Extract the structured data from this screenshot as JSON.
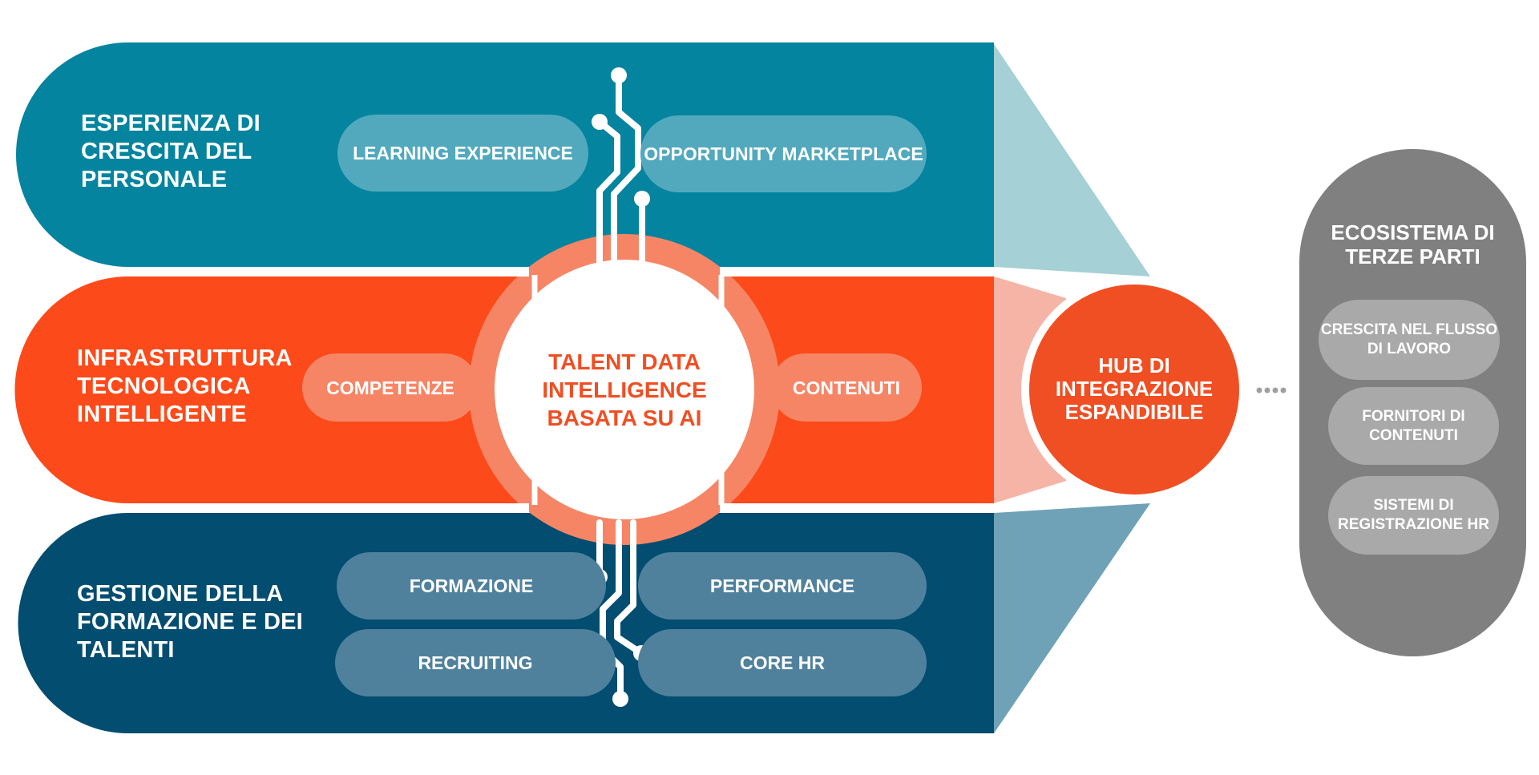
{
  "colors": {
    "top_band": "#04849e",
    "middle_band": "#fc4a1a",
    "bottom_band": "#024d70",
    "top_pill": "#52a9bd",
    "middle_pill": "#f68566",
    "bottom_pill": "#4f819d",
    "center_ring": "#f68566",
    "hub": "#f04e23",
    "ecosystem": "#808080",
    "ecosystem_pill": "#a9a9a9"
  },
  "bands": {
    "growth": {
      "title": "ESPERIENZA DI CRESCITA DEL PERSONALE",
      "pills": [
        "LEARNING EXPERIENCE",
        "OPPORTUNITY MARKETPLACE"
      ]
    },
    "infrastructure": {
      "title": "INFRASTRUTTURA TECNOLOGICA INTELLIGENTE",
      "pills": [
        "COMPETENZE",
        "CONTENUTI"
      ]
    },
    "management": {
      "title": "GESTIONE DELLA FORMAZIONE E DEI TALENTI",
      "pills": [
        "FORMAZIONE",
        "PERFORMANCE",
        "RECRUITING",
        "CORE HR"
      ]
    }
  },
  "center": {
    "label": "TALENT DATA INTELLIGENCE BASATA SU AI"
  },
  "hub": {
    "label": "HUB DI INTEGRAZIONE ESPANDIBILE"
  },
  "connector": {
    "icon": "dotted-line-icon"
  },
  "ecosystem": {
    "title": "ECOSISTEMA DI TERZE PARTI",
    "items": [
      "CRESCITA NEL FLUSSO DI LAVORO",
      "FORNITORI DI CONTENUTI",
      "SISTEMI DI REGISTRAZIONE HR"
    ]
  }
}
